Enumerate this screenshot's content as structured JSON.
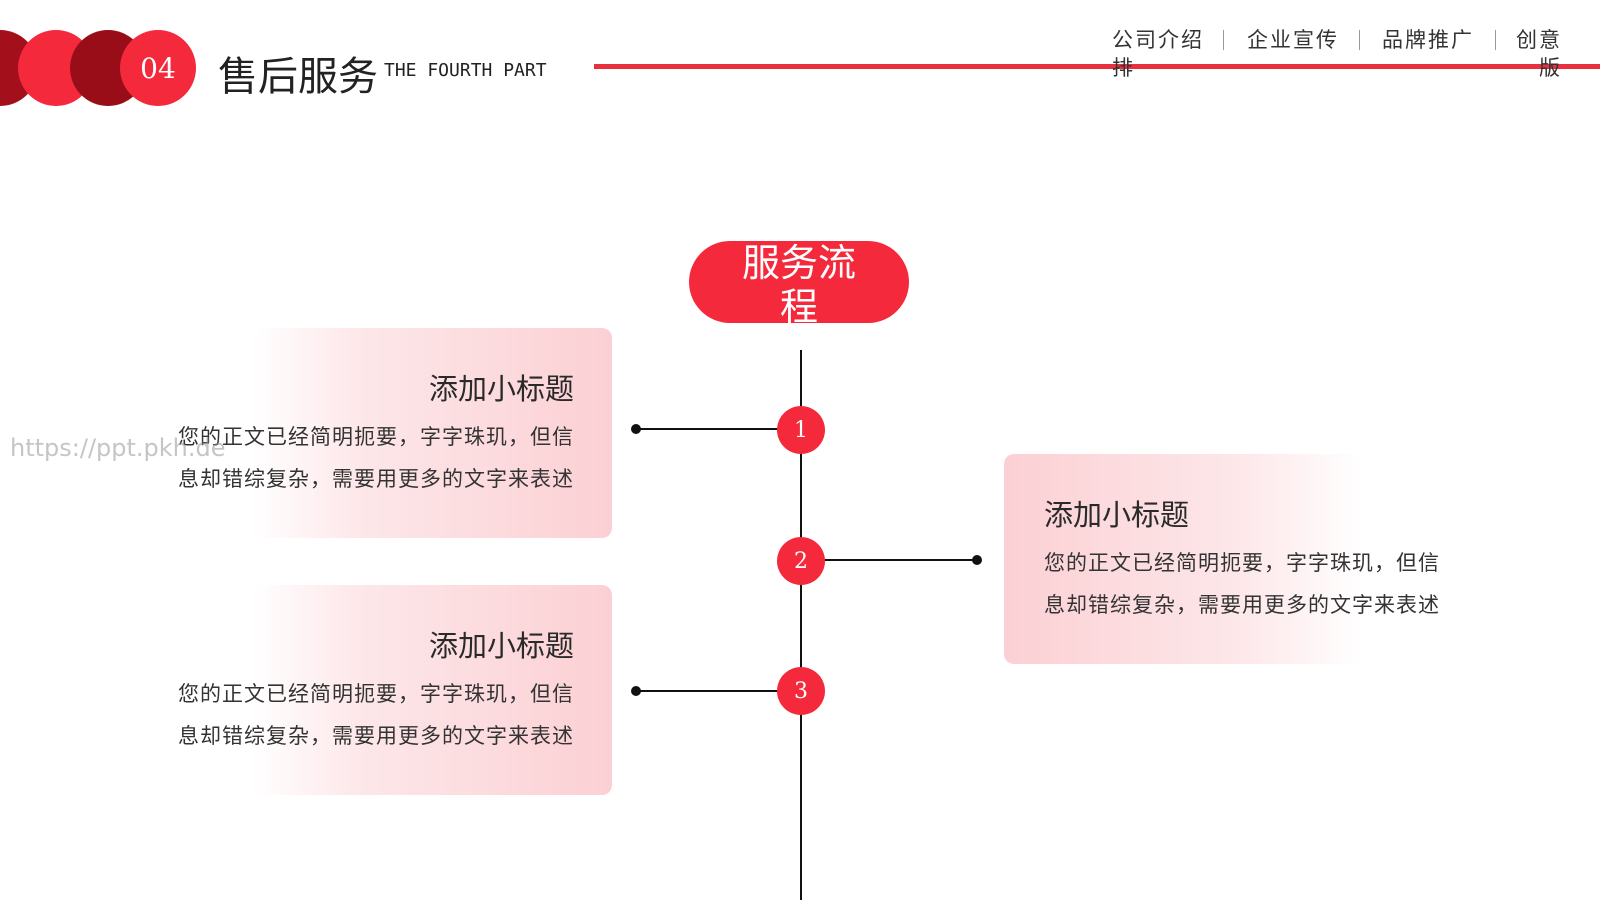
{
  "header": {
    "section_number": "04",
    "title": "售后服务",
    "subtitle": "THE FOURTH PART"
  },
  "nav": {
    "items": [
      {
        "line1": "公司介绍",
        "line2": "排"
      },
      {
        "line1": "企业宣传",
        "line2": ""
      },
      {
        "line1": "品牌推广",
        "line2": ""
      },
      {
        "line1": "创意",
        "line2": "版"
      }
    ]
  },
  "watermark": "https://ppt.pkh.de",
  "flow": {
    "title_line1": "服务流",
    "title_line2": "程",
    "steps": [
      {
        "number": "1",
        "title": "添加小标题",
        "body_line1": "您的正文已经简明扼要，字字珠玑，但信",
        "body_line2": "息却错综复杂，需要用更多的文字来表述"
      },
      {
        "number": "2",
        "title": "添加小标题",
        "body_line1": "您的正文已经简明扼要，字字珠玑，但信",
        "body_line2": "息却错综复杂，需要用更多的文字来表述"
      },
      {
        "number": "3",
        "title": "添加小标题",
        "body_line1": "您的正文已经简明扼要，字字珠玑，但信",
        "body_line2": "息却错综复杂，需要用更多的文字来表述"
      }
    ]
  },
  "colors": {
    "accent": "#f4293c",
    "dark_red": "#a30f1b",
    "card_pink": "#fbd0d4",
    "line": "#111111"
  }
}
